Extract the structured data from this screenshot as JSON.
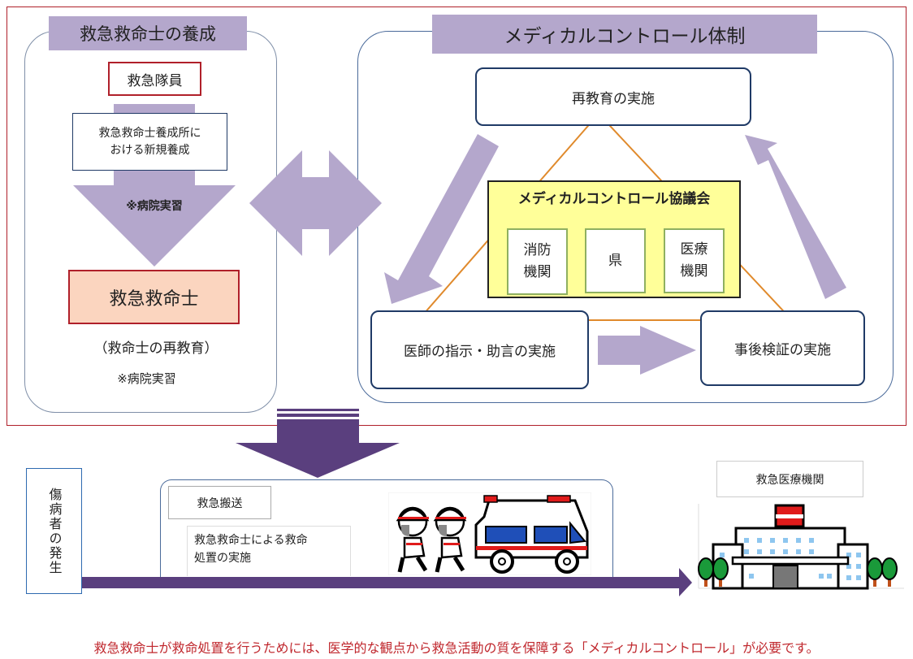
{
  "colors": {
    "frame_red": "#b0202a",
    "arrow_lavender": "#b4a7cc",
    "arrow_purple": "#5a3f7e",
    "council_yellow": "#ffff99",
    "triangle_orange": "#e08a2c",
    "paramedic_pink": "#fbd5bf",
    "footer_red": "#c0282e"
  },
  "training": {
    "title": "救急救命士の養成",
    "ambulance_crew": "救急隊員",
    "training_center_line1": "救急救命士養成所に",
    "training_center_line2": "おける新規養成",
    "hospital_training": "※病院実習",
    "paramedic": "救急救命士",
    "retraining": "（救命士の再教育）",
    "retraining_hospital": "※病院実習"
  },
  "medical_control": {
    "title": "メディカルコントロール体制",
    "reeducation": "再教育の実施",
    "doctor_instruction": "医師の指示・助言の実施",
    "post_verification": "事後検証の実施",
    "council": {
      "title": "メディカルコントロール協議会",
      "members": [
        {
          "line1": "消防",
          "line2": "機関"
        },
        {
          "line1": "県",
          "line2": ""
        },
        {
          "line1": "医療",
          "line2": "機関"
        }
      ]
    }
  },
  "flow": {
    "patient_occurrence": "傷病者の発生",
    "transport_label": "救急搬送",
    "treatment_line1": "救急救命士による救命",
    "treatment_line2": "処置の実施",
    "hospital_label": "救急医療機関"
  },
  "icons": {
    "ambulance": "ambulance-illustration",
    "paramedics": "running-paramedics-illustration",
    "hospital": "hospital-building-illustration"
  },
  "footer": {
    "message": "救急救命士が救命処置を行うためには、医学的な観点から救急活動の質を保障する「メディカルコントロール」が必要です。"
  }
}
